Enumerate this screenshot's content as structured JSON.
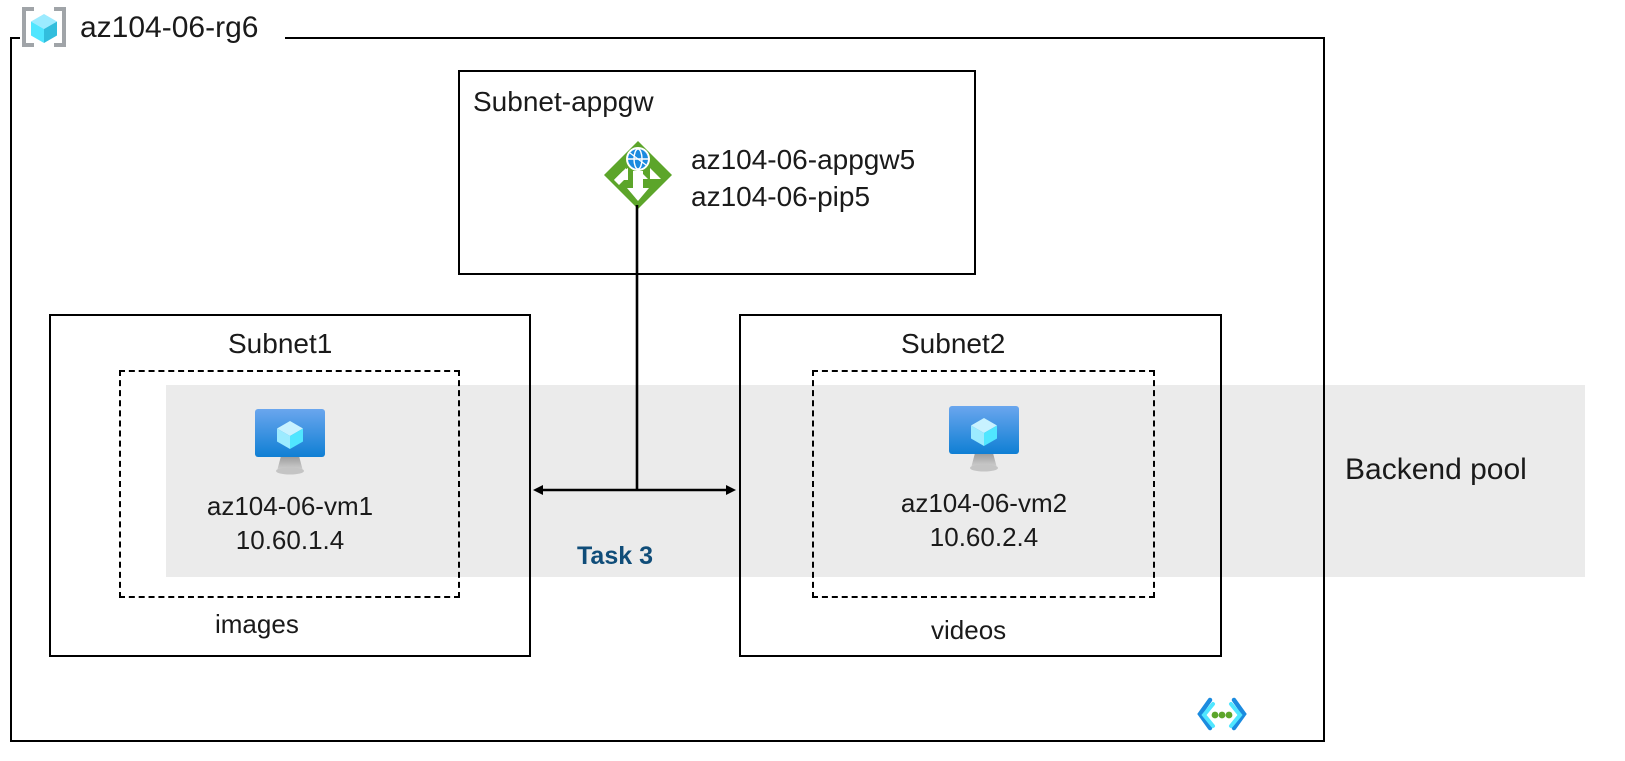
{
  "diagram": {
    "title": "az104-06-rg6",
    "resource_group": {
      "name": "az104-06-rg6",
      "icon": "resource-group-icon"
    },
    "backend_pool": {
      "label": "Backend pool",
      "band_color": "#ebebeb"
    },
    "subnets": [
      {
        "id": "subnet-appgw",
        "title": "Subnet-appgw",
        "resources": [
          {
            "icon": "application-gateway-icon",
            "name": "az104-06-appgw5",
            "secondary": "az104-06-pip5"
          }
        ]
      },
      {
        "id": "subnet1",
        "title": "Subnet1",
        "footer": "images",
        "vm": {
          "icon": "virtual-machine-icon",
          "name": "az104-06-vm1",
          "ip": "10.60.1.4"
        }
      },
      {
        "id": "subnet2",
        "title": "Subnet2",
        "footer": "videos",
        "vm": {
          "icon": "virtual-machine-icon",
          "name": "az104-06-vm2",
          "ip": "10.60.2.4"
        }
      }
    ],
    "annotations": [
      {
        "id": "task-3",
        "label": "Task 3",
        "color": "#104d79"
      }
    ],
    "footer_icon": "code-brackets-icon",
    "colors": {
      "border": "#000000",
      "text": "#1a1a1a",
      "band": "#ebebeb",
      "task_accent": "#104d79",
      "appgw_green": "#5ca52a",
      "vm_blue": "#1b8bdf",
      "cube_cyan": "#50e6ff"
    }
  }
}
